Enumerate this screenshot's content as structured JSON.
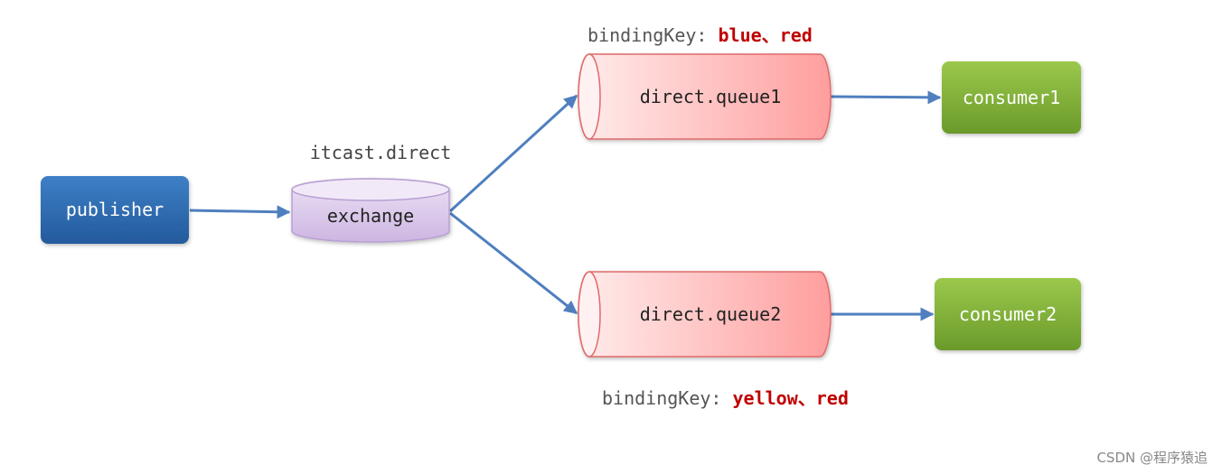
{
  "diagram": {
    "publisher": {
      "label": "publisher"
    },
    "exchange": {
      "label": "exchange",
      "name": "itcast.direct"
    },
    "queue1": {
      "label": "direct.queue1",
      "binding_prefix": "bindingKey: ",
      "binding_values": "blue、red"
    },
    "queue2": {
      "label": "direct.queue2",
      "binding_prefix": "bindingKey: ",
      "binding_values": "yellow、red"
    },
    "consumer1": {
      "label": "consumer1"
    },
    "consumer2": {
      "label": "consumer2"
    }
  },
  "colors": {
    "publisher": "#2f6cb3",
    "exchange": "#d9c6ea",
    "queue": "#ffb0b0",
    "consumer": "#7fae34",
    "arrow": "#4f7fbf",
    "binding_values": "#c00000"
  },
  "watermark": "CSDN @程序猿追"
}
